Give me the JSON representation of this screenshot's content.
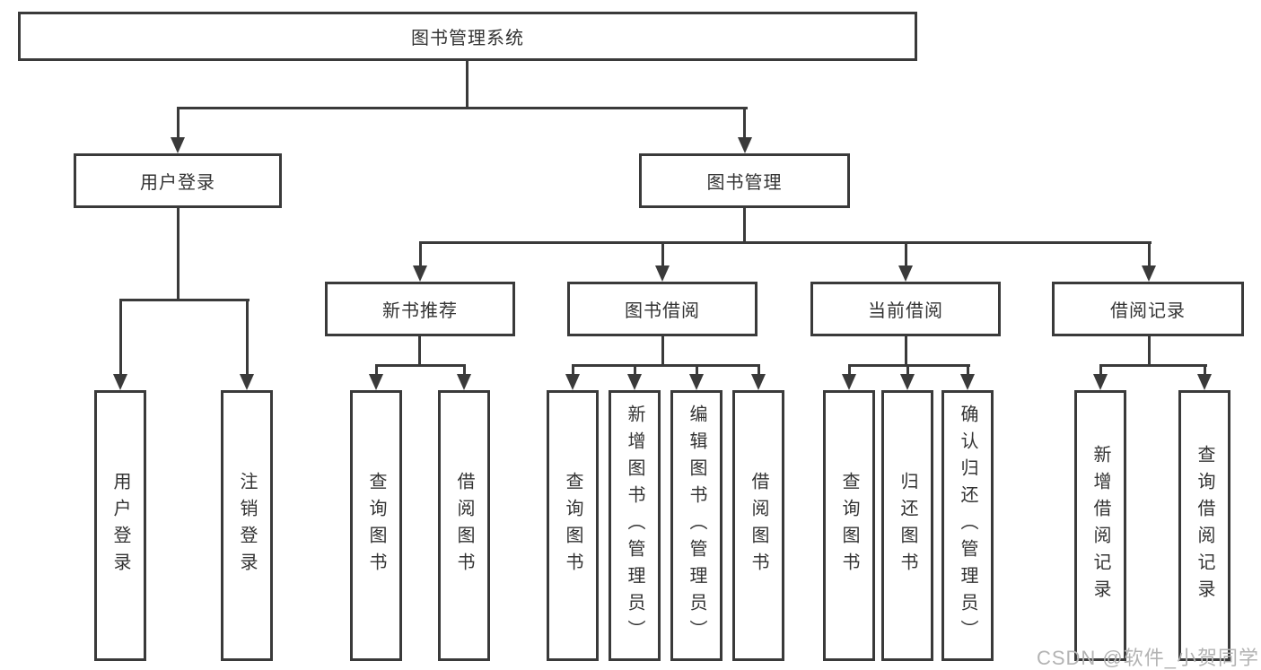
{
  "diagram": {
    "tree": {
      "label": "图书管理系统",
      "children": [
        {
          "label": "用户登录",
          "children": [
            {
              "label": "用户登录"
            },
            {
              "label": "注销登录"
            }
          ]
        },
        {
          "label": "图书管理",
          "children": [
            {
              "label": "新书推荐",
              "children": [
                {
                  "label": "查询图书"
                },
                {
                  "label": "借阅图书"
                }
              ]
            },
            {
              "label": "图书借阅",
              "children": [
                {
                  "label": "查询图书"
                },
                {
                  "label": "新增图书（管理员）"
                },
                {
                  "label": "编辑图书（管理员）"
                },
                {
                  "label": "借阅图书"
                }
              ]
            },
            {
              "label": "当前借阅",
              "children": [
                {
                  "label": "查询图书"
                },
                {
                  "label": "归还图书"
                },
                {
                  "label": "确认归还（管理员）"
                }
              ]
            },
            {
              "label": "借阅记录",
              "children": [
                {
                  "label": "新增借阅记录"
                },
                {
                  "label": "查询借阅记录"
                }
              ]
            }
          ]
        }
      ]
    },
    "watermark": "CSDN @软件_小贺同学",
    "colors": {
      "line": "#3a3a3a",
      "text": "#333333",
      "box_background": "#ffffff",
      "watermark": "#b3b3b3"
    }
  }
}
